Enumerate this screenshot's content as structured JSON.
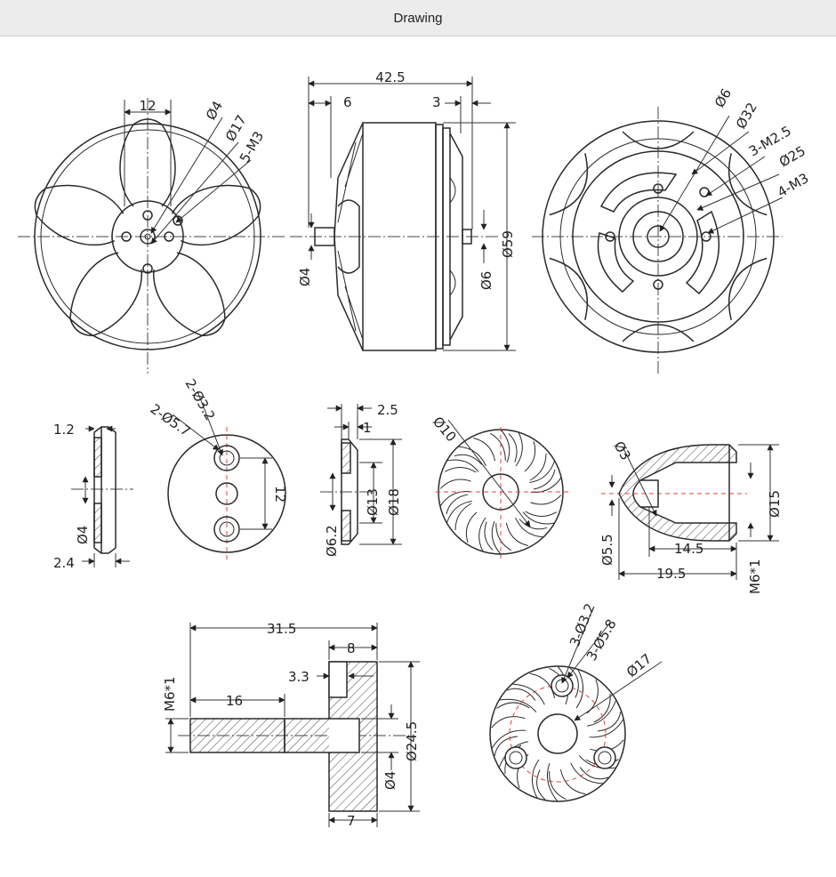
{
  "header": {
    "title": "Drawing"
  },
  "dims": {
    "front": {
      "d12": "12",
      "d4": "Ø4",
      "d17": "Ø17",
      "m3": "5-M3"
    },
    "side": {
      "d425": "42.5",
      "d6": "6",
      "d3": "3",
      "d59": "Ø59",
      "dia4": "Ø4",
      "dia6": "Ø6"
    },
    "back": {
      "d6": "Ø6",
      "d32": "Ø32",
      "m25": "3-M2.5",
      "d25": "Ø25",
      "m3": "4-M3"
    },
    "washer": {
      "d12": "1.2",
      "d4": "Ø4",
      "d24": "2.4"
    },
    "plate": {
      "h32": "2-Ø3.2",
      "h57": "2-Ø5.7",
      "d12": "12"
    },
    "cap": {
      "d25": "2.5",
      "d1": "1",
      "d62": "Ø6.2",
      "d13": "Ø13",
      "d18": "Ø18"
    },
    "disc": {
      "d10": "Ø10"
    },
    "spinner": {
      "d3": "Ø3",
      "d15": "Ø15",
      "d55": "Ø5.5",
      "d145": "14.5",
      "d195": "19.5",
      "m6": "M6*1"
    },
    "shaft": {
      "d315": "31.5",
      "d8": "8",
      "d33": "3.3",
      "m6": "M6*1",
      "d16": "16",
      "d245": "Ø24.5",
      "d4": "Ø4",
      "d7": "7"
    },
    "adapter": {
      "h32": "3-Ø3.2",
      "h58": "3-Ø5.8",
      "d17": "Ø17"
    }
  }
}
